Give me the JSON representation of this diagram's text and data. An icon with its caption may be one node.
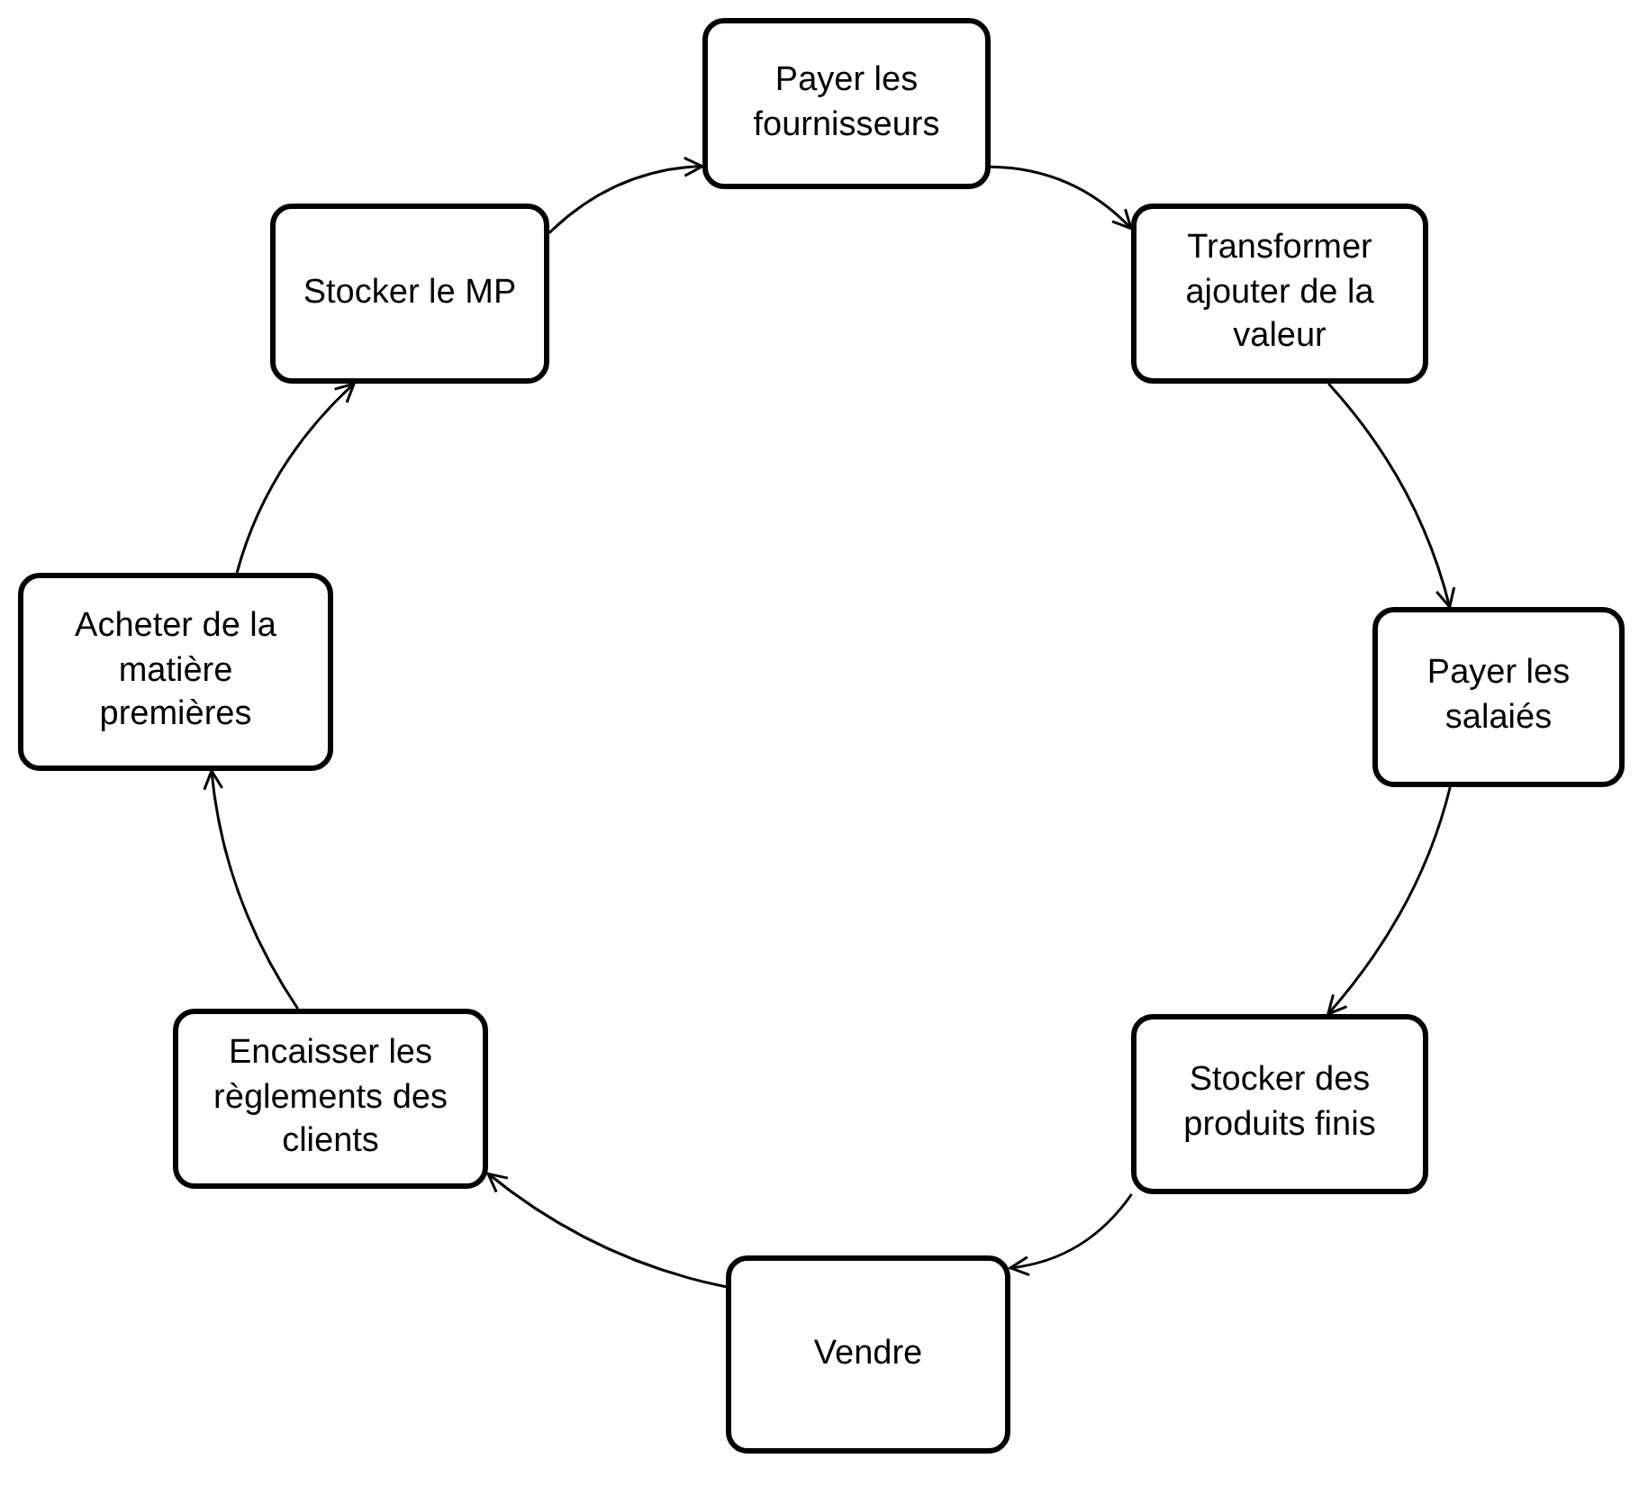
{
  "diagram": {
    "nodes": [
      {
        "text": [
          "Payer les fournisseurs"
        ]
      },
      {
        "text": [
          "Transformer ajouter de la valeur"
        ]
      },
      {
        "text": [
          "Payer les salaiés"
        ]
      },
      {
        "text": [
          "Stocker des produits finis"
        ]
      },
      {
        "text": [
          "Vendre"
        ]
      },
      {
        "text": [
          "Encaisser les règlements des clients"
        ]
      },
      {
        "text": [
          "Acheter de la matière premières"
        ]
      },
      {
        "text": [
          "Stocker le MP"
        ]
      }
    ],
    "edges": [
      {
        "from": 0,
        "to": 1,
        "arrow": "to"
      },
      {
        "from": 1,
        "to": 2,
        "arrow": "to"
      },
      {
        "from": 2,
        "to": 3,
        "arrow": "to"
      },
      {
        "from": 3,
        "to": 4,
        "arrow": "to"
      },
      {
        "from": 4,
        "to": 5,
        "arrow": "to"
      },
      {
        "from": 5,
        "to": 6,
        "arrow": "to"
      },
      {
        "from": 6,
        "to": 7,
        "arrow": "to"
      },
      {
        "from": 7,
        "to": 0,
        "arrow": "to"
      }
    ]
  }
}
